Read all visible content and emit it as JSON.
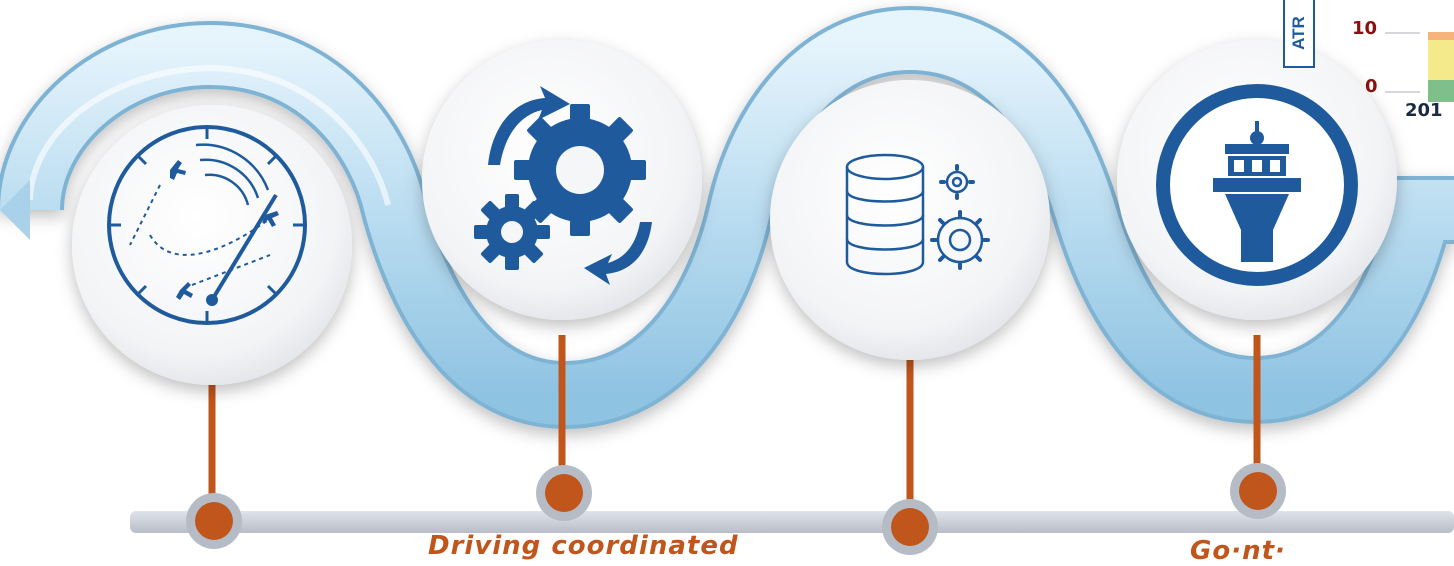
{
  "corner_chart": {
    "label": "ATR",
    "y_ticks": [
      "10",
      "0"
    ],
    "x_tick": "201"
  },
  "captions": [
    "Driving coordinated",
    "Go·nt·"
  ],
  "icons": [
    "radar-icon",
    "gears-cycle-icon",
    "database-gears-icon",
    "control-tower-icon"
  ],
  "colors": {
    "ribbon": "#b9dcf0",
    "icon_blue": "#1f5b9c",
    "connector": "#c0561b",
    "timeline": "#c9cdd6"
  }
}
